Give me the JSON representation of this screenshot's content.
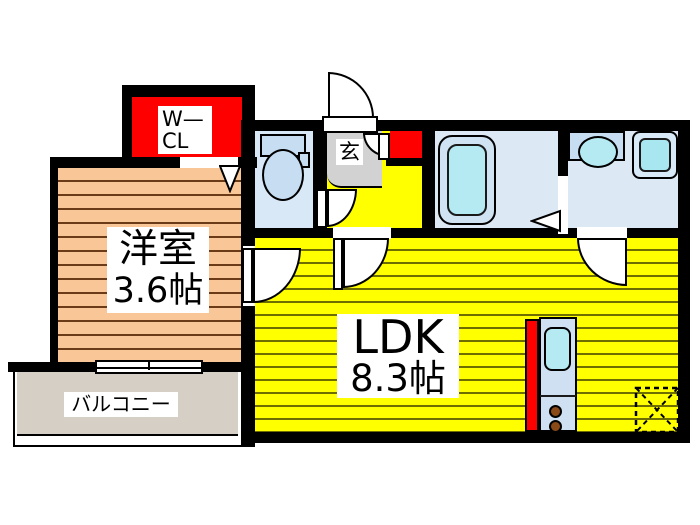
{
  "floorplan": {
    "title": "1K apartment floor plan",
    "labels": {
      "wcl_line1": "W—",
      "wcl_line2": "CL",
      "genkan": "玄",
      "western_room_name": "洋室",
      "western_room_size": "3.6帖",
      "ldk_name": "LDK",
      "ldk_size": "8.3帖",
      "balcony": "バルコニー"
    },
    "colors": {
      "wall": "#000000",
      "closet_red": "#ff0000",
      "ldk_yellow": "#ffff00",
      "western_floor_peach": "#f9c697",
      "balcony_beige": "#d6cfc6",
      "wet_area_blue": "#dce9f5",
      "fixture_cyan": "#b5eaf3",
      "genkan_gray": "#d2d2d2"
    }
  }
}
